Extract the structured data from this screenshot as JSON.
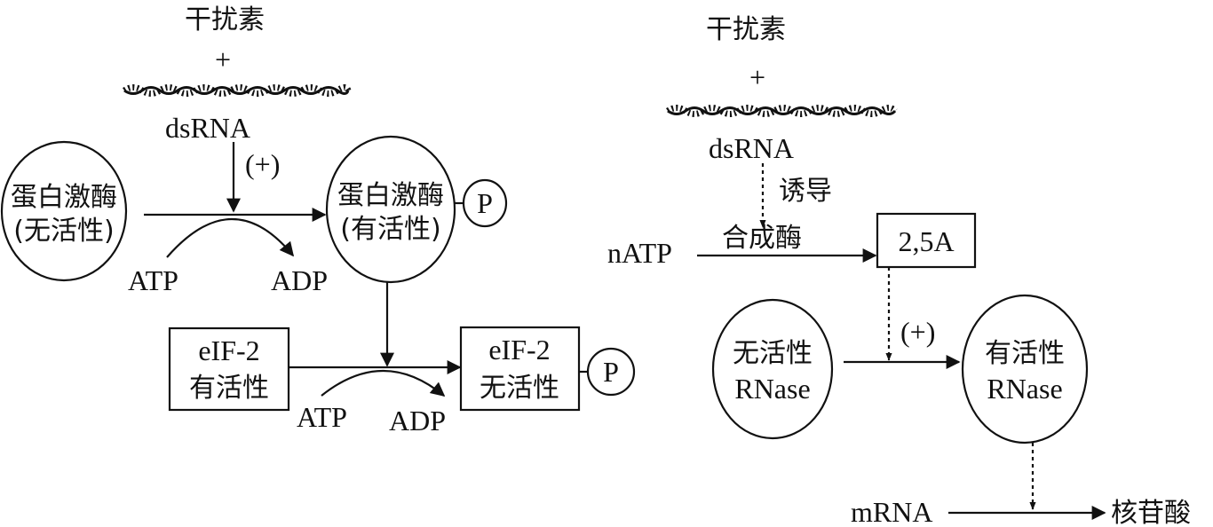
{
  "left": {
    "interferon": "干扰素",
    "plus": "+",
    "dsrna": "dsRNA",
    "activation": "(+)",
    "kinase_inactive_line1": "蛋白激酶",
    "kinase_inactive_line2": "(无活性)",
    "kinase_active_line1": "蛋白激酶",
    "kinase_active_line2": "(有活性)",
    "phosphate": "P",
    "atp1": "ATP",
    "adp1": "ADP",
    "eif_active_line1": "eIF-2",
    "eif_active_line2": "有活性",
    "eif_inactive_line1": "eIF-2",
    "eif_inactive_line2": "无活性",
    "phosphate2": "P",
    "atp2": "ATP",
    "adp2": "ADP"
  },
  "right": {
    "interferon": "干扰素",
    "plus": "+",
    "dsrna": "dsRNA",
    "induce": "诱导",
    "synthase": "合成酶",
    "natp": "nATP",
    "product": "2,5A",
    "activation": "(+)",
    "rnase_inactive_line1": "无活性",
    "rnase_inactive_line2": "RNase",
    "rnase_active_line1": "有活性",
    "rnase_active_line2": "RNase",
    "mrna": "mRNA",
    "nucleotide": "核苷酸"
  }
}
